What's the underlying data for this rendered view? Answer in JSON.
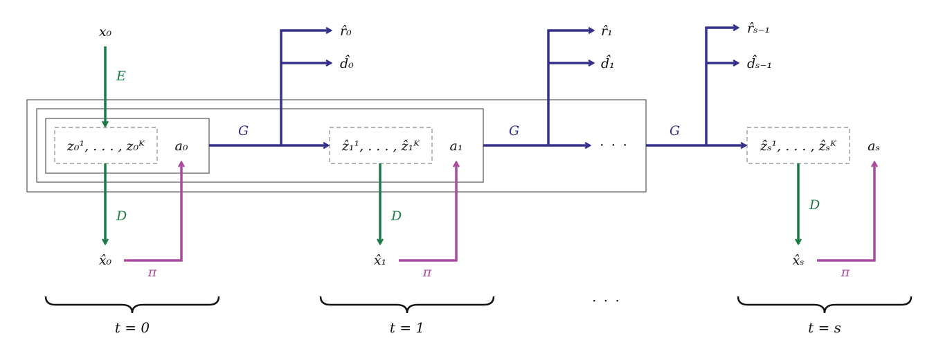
{
  "nodes": {
    "x0": "x₀",
    "r0": "r̂₀",
    "d0": "d̂₀",
    "r1": "r̂₁",
    "d1": "d̂₁",
    "rs1": "r̂ₛ₋₁",
    "ds1": "d̂ₛ₋₁",
    "z0": "z₀¹, . . . , z₀ᴷ",
    "a0": "a₀",
    "z1": "ẑ₁¹, . . . , ẑ₁ᴷ",
    "a1": "a₁",
    "zs": "ẑₛ¹, . . . , ẑₛᴷ",
    "as": "aₛ",
    "dots_mid": "· · ·",
    "xh0": "x̂₀",
    "xh1": "x̂₁",
    "xhs": "x̂ₛ",
    "dots_bottom": "· · ·"
  },
  "edge_labels": {
    "E": "E",
    "G0": "G",
    "G1": "G",
    "G2": "G",
    "D0": "D",
    "D1": "D",
    "Ds": "D",
    "pi0": "π",
    "pi1": "π",
    "pis": "π"
  },
  "time_labels": {
    "t0": "t = 0",
    "t1": "t = 1",
    "ts": "t = s"
  },
  "colors": {
    "encoder": "#1b7a45",
    "transition": "#35308a",
    "policy": "#a94a9e"
  }
}
